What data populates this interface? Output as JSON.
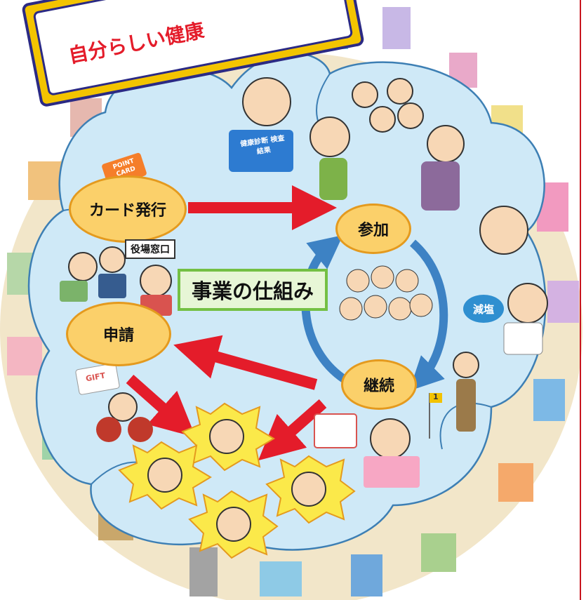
{
  "banner": {
    "line1": "自分らしい健康"
  },
  "flow": {
    "card_issue": "カード発行",
    "participate": "参加",
    "continue": "継続",
    "apply": "申請",
    "office_sign": "役場窓口",
    "center_title": "事業の仕組み"
  },
  "illustrations": {
    "point_card": "POINT CARD",
    "book_text": "健康診断 検査結果",
    "salt_bubble": "減塩",
    "gift_tag": "GIFT",
    "flag_number": "1"
  },
  "colors": {
    "sky": "#cfe9f7",
    "cloud_stroke": "#3d7fb4",
    "oval_fill": "#fbd06a",
    "oval_stroke": "#e49a1e",
    "arrow_red": "#e41c2a",
    "cycle_blue": "#3d82c4",
    "center_green": "#74c044",
    "banner_yellow": "#f3c400",
    "banner_navy": "#2b2a84"
  }
}
